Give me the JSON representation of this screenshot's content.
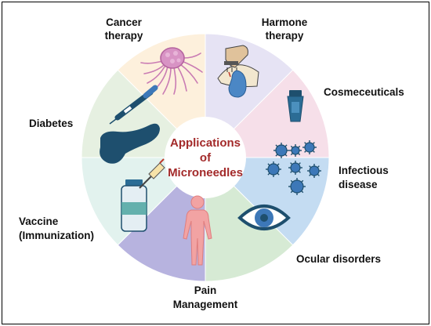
{
  "center": {
    "line1": "Applications",
    "line2": "of",
    "line3": "Microneedles"
  },
  "segments": [
    {
      "key": "cancer",
      "line1": "Cancer",
      "line2": "therapy",
      "color": "#fdf0dc",
      "icon": "tumor-cell-icon"
    },
    {
      "key": "hormone",
      "line1": "Harmone",
      "line2": "therapy",
      "color": "#e6e3f4",
      "icon": "microneedle-patch-skin-icon"
    },
    {
      "key": "cosmeceuticals",
      "line1": "Cosmeceuticals",
      "line2": "",
      "color": "#f6dfe9",
      "icon": "cream-tube-icon"
    },
    {
      "key": "infectious",
      "line1": "Infectious",
      "line2": "disease",
      "color": "#c4dcf2",
      "icon": "virus-particles-icon"
    },
    {
      "key": "ocular",
      "line1": "Ocular disorders",
      "line2": "",
      "color": "#d6ead4",
      "icon": "eye-icon"
    },
    {
      "key": "pain",
      "line1": "Pain",
      "line2": "Management",
      "color": "#b7b3df",
      "icon": "human-body-icon"
    },
    {
      "key": "vaccine",
      "line1": "Vaccine",
      "line2": "(Immunization)",
      "color": "#e2f2ee",
      "icon": "vaccine-vial-syringe-icon"
    },
    {
      "key": "diabetes",
      "line1": "Diabetes",
      "line2": "",
      "color": "#e6f0e1",
      "icon": "pancreas-insulin-pen-icon"
    }
  ],
  "colors": {
    "center_text": "#a32a2a",
    "icon_dark": "#1e4f6e",
    "icon_blue": "#3d78b8",
    "tumor_pink": "#c97bb3",
    "body_pink": "#f2a3a3"
  }
}
